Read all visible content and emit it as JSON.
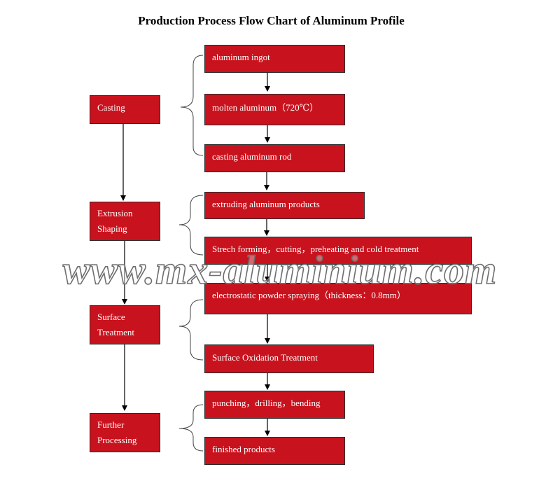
{
  "title": "Production Process Flow Chart of Aluminum Profile",
  "stages": {
    "casting": "Casting",
    "extrusion_line1": "Extrusion",
    "extrusion_line2": "Shaping",
    "surface_line1": "Surface",
    "surface_line2": "Treatment",
    "further_line1": "Further",
    "further_line2": "Processing"
  },
  "steps": {
    "ingot": "aluminum ingot",
    "molten": "molten aluminum（720℃）",
    "rod": "casting aluminum rod",
    "extruding": "extruding aluminum products",
    "stretch": "Strech forming，cutting，preheating and cold treatment",
    "powder": "electrostatic powder spraying（thickness：0.8mm）",
    "oxidation": "Surface Oxidation Treatment",
    "punching": "punching，drilling，bending",
    "finished": "finished products"
  },
  "watermark": "www.mx-aluminium.com",
  "colors": {
    "box_fill": "#c8131e",
    "box_text": "#ffffff",
    "line": "#000000"
  }
}
